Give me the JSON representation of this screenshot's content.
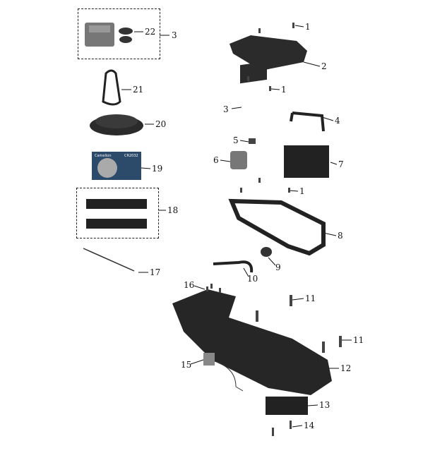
{
  "callouts": [
    {
      "id": "c22",
      "text": "22"
    },
    {
      "id": "c3a",
      "text": "3"
    },
    {
      "id": "c1a",
      "text": "1"
    },
    {
      "id": "c2",
      "text": "2"
    },
    {
      "id": "c1b",
      "text": "1"
    },
    {
      "id": "c3b",
      "text": "3"
    },
    {
      "id": "c4",
      "text": "4"
    },
    {
      "id": "c5",
      "text": "5"
    },
    {
      "id": "c6",
      "text": "6"
    },
    {
      "id": "c7",
      "text": "7"
    },
    {
      "id": "c1c",
      "text": "1"
    },
    {
      "id": "c8",
      "text": "8"
    },
    {
      "id": "c9",
      "text": "9"
    },
    {
      "id": "c10",
      "text": "10"
    },
    {
      "id": "c11a",
      "text": "11"
    },
    {
      "id": "c16",
      "text": "16"
    },
    {
      "id": "c11b",
      "text": "11"
    },
    {
      "id": "c12",
      "text": "12"
    },
    {
      "id": "c15",
      "text": "15"
    },
    {
      "id": "c13",
      "text": "13"
    },
    {
      "id": "c14",
      "text": "14"
    },
    {
      "id": "c21",
      "text": "21"
    },
    {
      "id": "c20",
      "text": "20"
    },
    {
      "id": "c19",
      "text": "19"
    },
    {
      "id": "c18",
      "text": "18"
    },
    {
      "id": "c17",
      "text": "17"
    }
  ],
  "battery": {
    "brand": "Camelion",
    "model": "CR2032"
  },
  "colors": {
    "part": "#2b2b2b",
    "part_light": "#555555",
    "line": "#111111"
  }
}
